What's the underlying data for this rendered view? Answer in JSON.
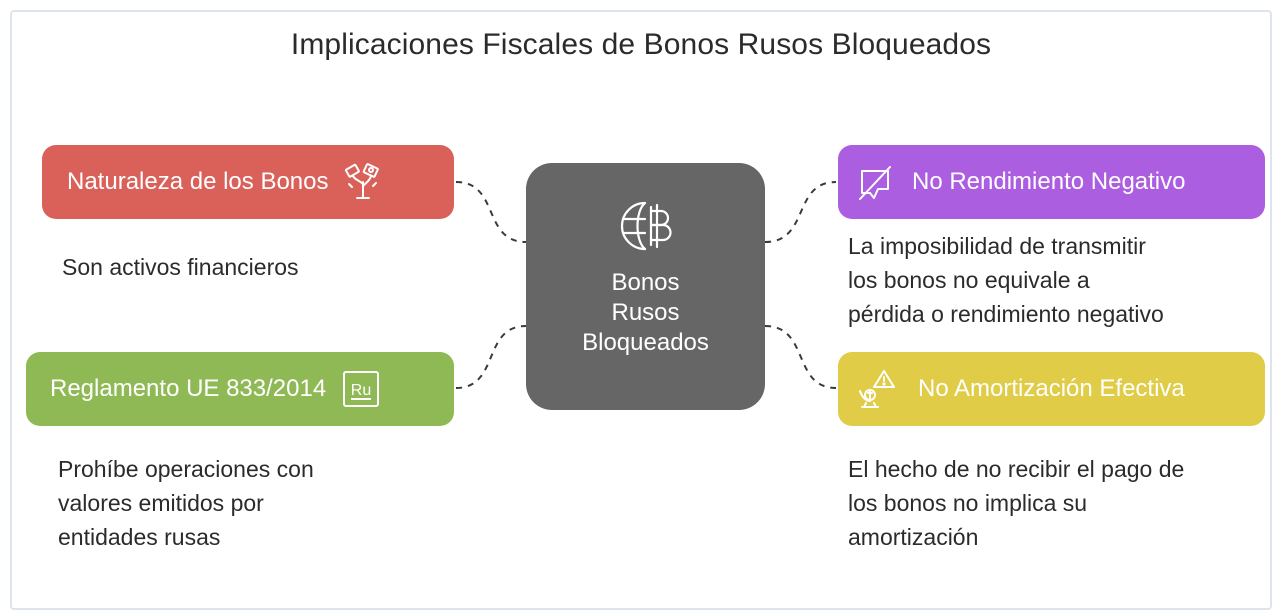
{
  "title": "Implicaciones Fiscales de Bonos Rusos Bloqueados",
  "center": {
    "label": "Bonos\nRusos\nBloqueados",
    "icon": "globe-baht-icon",
    "color": "#666666"
  },
  "nodes": [
    {
      "id": "red",
      "label": "Naturaleza de los Bonos",
      "icon": "money-tree-icon",
      "color": "#d9615a",
      "description": "Son activos financieros"
    },
    {
      "id": "green",
      "label": "Reglamento UE 833/2014",
      "icon": "ruble-sign-icon",
      "icon_text": "Ru",
      "color": "#8fb955",
      "description": "Prohíbe operaciones con\nvalores emitidos por\nentidades rusas"
    },
    {
      "id": "purple",
      "label": "No Rendimiento Negativo",
      "icon": "no-loss-chart-icon",
      "color": "#ac5ee0",
      "description": "La imposibilidad de transmitir\nlos bonos no equivale a\npérdida o rendimiento negativo"
    },
    {
      "id": "yellow",
      "label": "No Amortización Efectiva",
      "icon": "warning-payment-icon",
      "color": "#e0cc47",
      "description": "El hecho de no recibir el pago de\nlos bonos no implica su\namortización"
    }
  ]
}
